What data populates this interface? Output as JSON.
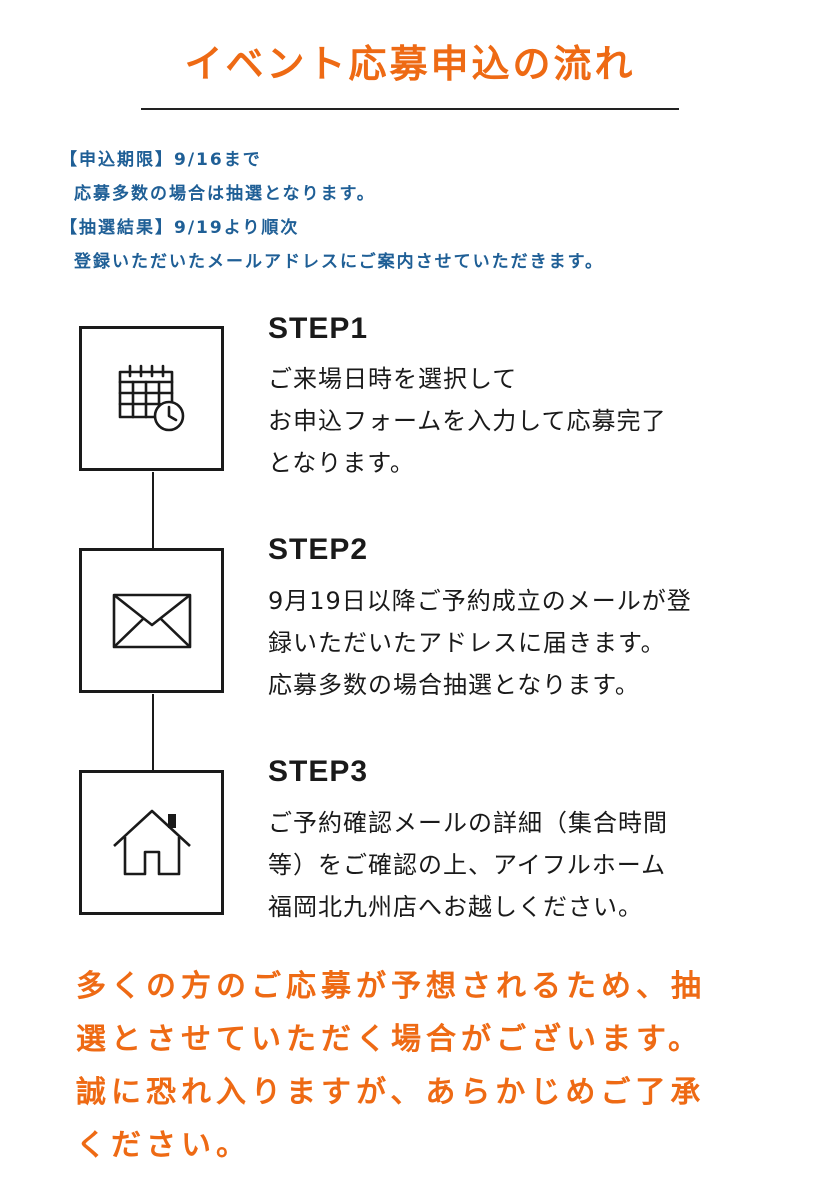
{
  "title": "イベント応募申込の流れ",
  "info": {
    "line1": "【申込期限】9/16まで",
    "line2": "応募多数の場合は抽選となります。",
    "line3": "【抽選結果】9/19より順次",
    "line4": "登録いただいたメールアドレスにご案内させていただきます。"
  },
  "steps": [
    {
      "title": "STEP1",
      "icon": "calendar-clock-icon",
      "lines": [
        "ご来場日時を選択して",
        "お申込フォームを入力して応募完了",
        "となります。"
      ]
    },
    {
      "title": "STEP2",
      "icon": "envelope-icon",
      "lines": [
        "9月19日以降ご予約成立のメールが登",
        "録いただいたアドレスに届きます。",
        "応募多数の場合抽選となります。"
      ]
    },
    {
      "title": "STEP3",
      "icon": "house-icon",
      "lines": [
        "ご予約確認メールの詳細（集合時間",
        "等）をご確認の上、アイフルホーム",
        "福岡北九州店へお越しください。"
      ]
    }
  ],
  "notice": {
    "lines": [
      "多くの方のご応募が予想されるため、抽",
      "選とさせていただく場合がございます。",
      "誠に恐れ入りますが、あらかじめご了承",
      "ください。"
    ]
  },
  "colors": {
    "accent": "#ee6a14",
    "info": "#1f5f96",
    "ink": "#1a1a1a"
  }
}
